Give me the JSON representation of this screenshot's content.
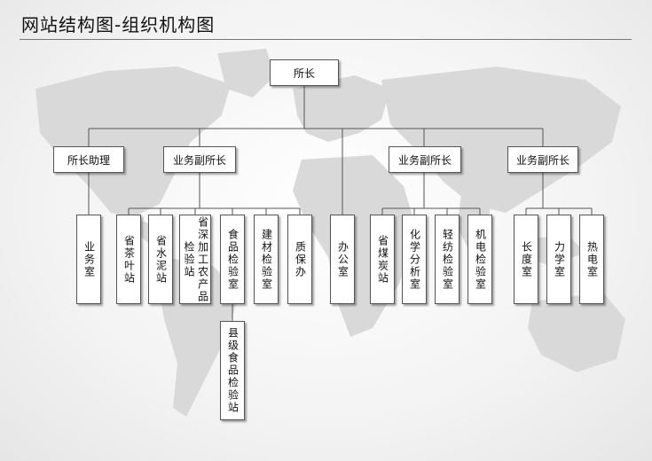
{
  "title": "网站结构图-组织机构图",
  "nodes": {
    "director": "所长",
    "assistant": "所长助理",
    "deputy1": "业务副所长",
    "deputy2": "业务副所长",
    "deputy3": "业务副所长",
    "business_office": "业务室",
    "tea_station": "省茶叶站",
    "cement_station": "省水泥站",
    "deep_processing": "省深加工农产品检验站",
    "food_lab": "食品检验室",
    "building_lab": "建材检验室",
    "quality_office": "质保办",
    "county_food_station": "县级食品检验站",
    "admin_office": "办公室",
    "coal_station": "省煤炭站",
    "chem_lab": "化学分析室",
    "textile_lab": "轻纺检验室",
    "electro_lab": "机电检验室",
    "length_lab": "长度室",
    "mechanics_lab": "力学室",
    "thermo_lab": "热电室"
  }
}
